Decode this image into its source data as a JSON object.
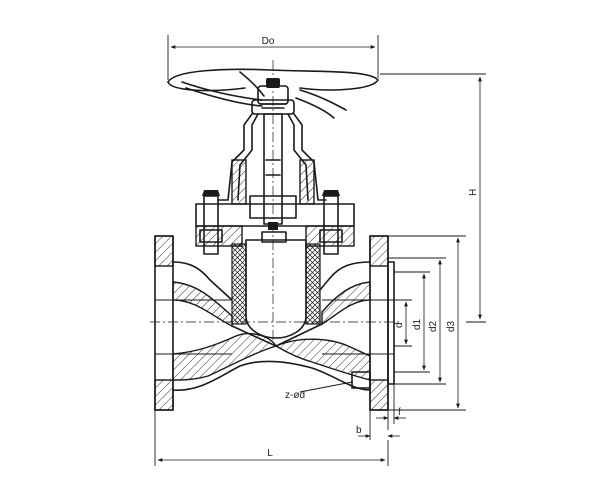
{
  "labels": {
    "handwheel_diameter": "Do",
    "height": "H",
    "bore_d": "d",
    "d1": "d1",
    "d2": "d2",
    "d3": "d3",
    "bolt_holes": "z-ød",
    "flange_thickness": "b",
    "raised_face": "f",
    "length": "L"
  }
}
